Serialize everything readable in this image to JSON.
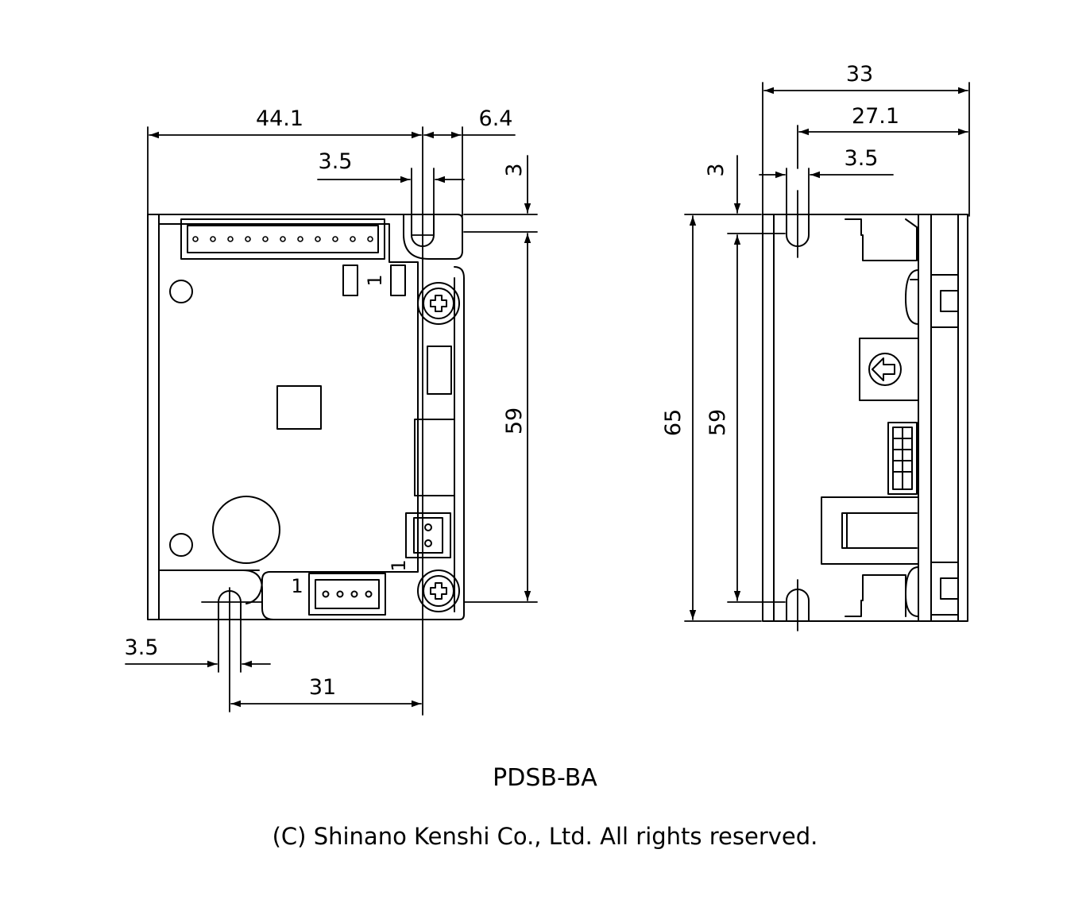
{
  "front_view": {
    "dim_width": "44.1",
    "dim_tab": "6.4",
    "dim_slot_top": "3.5",
    "dim_top_offset": "3",
    "dim_hole_span": "59",
    "dim_slot_bottom": "3.5",
    "dim_hole_spacing": "31",
    "pin1_top": "1",
    "pin1_right": "1",
    "pin1_bottom": "1"
  },
  "side_view": {
    "dim_depth": "33",
    "dim_depth_inner": "27.1",
    "dim_slot": "3.5",
    "dim_top_offset": "3",
    "dim_height": "65",
    "dim_hole_span": "59"
  },
  "caption": {
    "model": "PDSB-BA",
    "copyright": "(C) Shinano Kenshi Co., Ltd. All rights reserved."
  }
}
